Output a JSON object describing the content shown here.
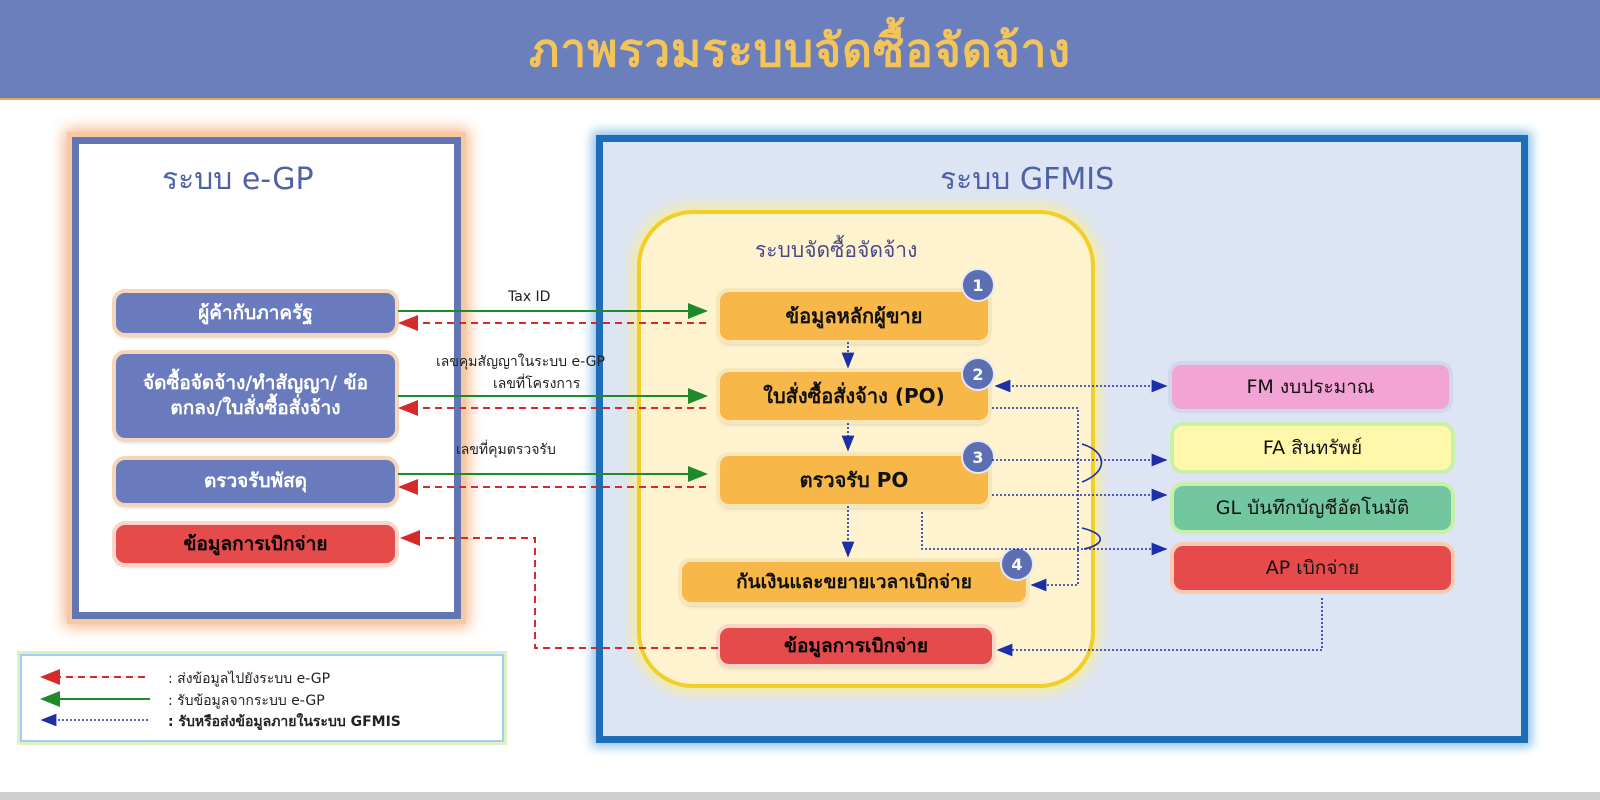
{
  "header": {
    "title": "ภาพรวมระบบจัดซื้อจัดจ้าง"
  },
  "egp": {
    "title": "ระบบ e-GP",
    "boxes": [
      "ผู้ค้ากับภาครัฐ",
      "จัดซื้อจัดจ้าง/ทำสัญญา/ ข้อตกลง/ใบสั่งซื้อสั่งจ้าง",
      "ตรวจรับพัสดุ",
      "ข้อมูลการเบิกจ่าย"
    ]
  },
  "gfmis": {
    "title": "ระบบ GFMIS",
    "process_title": "ระบบจัดซื้อจัดจ้าง",
    "steps": [
      "ข้อมูลหลักผู้ขาย",
      "ใบสั่งซื้อสั่งจ้าง (PO)",
      "ตรวจรับ PO",
      "กันเงินและขยายเวลาเบิกจ่าย"
    ],
    "badges": [
      "1",
      "2",
      "3",
      "4"
    ],
    "payment_box": "ข้อมูลการเบิกจ่าย",
    "modules": [
      "FM  งบประมาณ",
      "FA สินทรัพย์",
      "GL บันทึกบัญชีอัตโนมัติ",
      "AP เบิกจ่าย"
    ]
  },
  "flow_labels": {
    "tax_id": "Tax ID",
    "contract_line1": "เลขคุมสัญญาในระบบ e-GP",
    "contract_line2": "เลขที่โครงการ",
    "inspection": "เลขที่คุมตรวจรับ"
  },
  "legend": {
    "items": [
      {
        "text": ": ส่งข้อมูลไปยังระบบ e-GP",
        "color": "#d42a2a"
      },
      {
        "text": ": รับข้อมูลจากระบบ e-GP",
        "color": "#1f8a2a"
      },
      {
        "text": ": รับหรือส่งข้อมูลภายในระบบ GFMIS",
        "color": "#1c2fa8"
      }
    ]
  },
  "colors": {
    "header": "#6b7fbd",
    "title": "#f2c45a",
    "egp_border": "#6376b4",
    "gfmis_border": "#1e6db8"
  }
}
